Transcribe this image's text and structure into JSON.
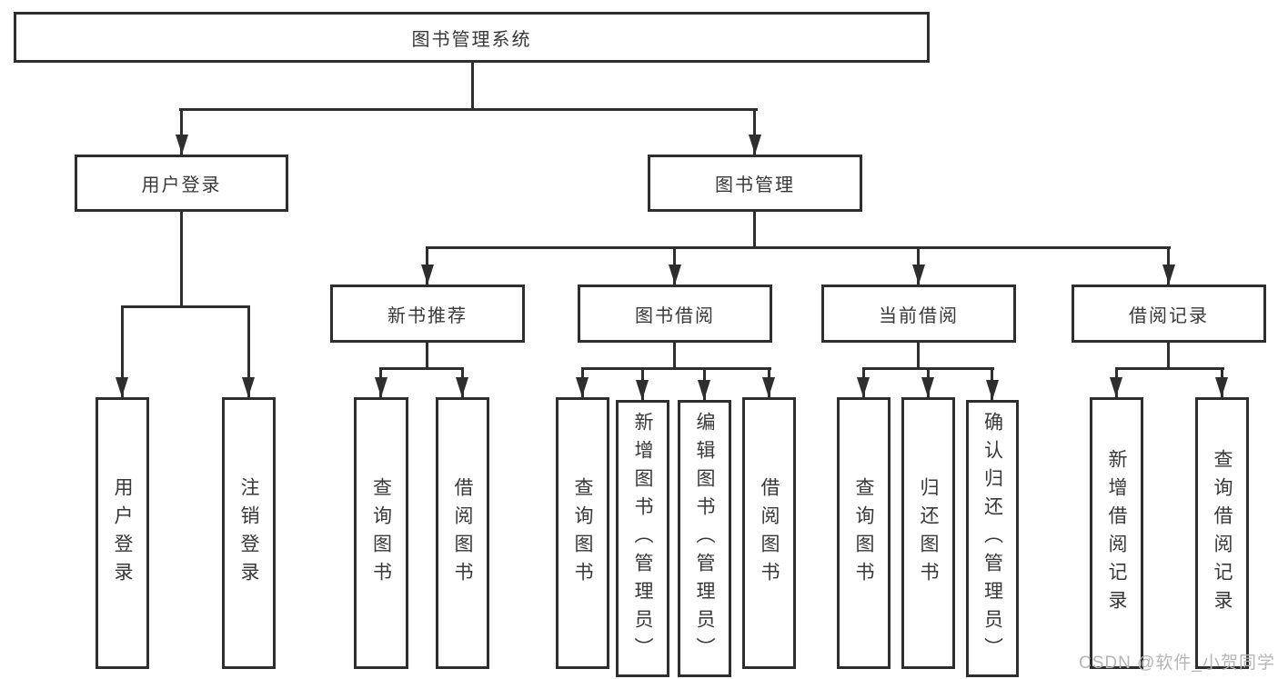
{
  "diagram": {
    "root": {
      "label": "图书管理系统",
      "children": [
        {
          "label": "用户登录",
          "children": [
            {
              "label": "用户登录"
            },
            {
              "label": "注销登录"
            }
          ]
        },
        {
          "label": "图书管理",
          "children": [
            {
              "label": "新书推荐",
              "children": [
                {
                  "label": "查询图书"
                },
                {
                  "label": "借阅图书"
                }
              ]
            },
            {
              "label": "图书借阅",
              "children": [
                {
                  "label": "查询图书"
                },
                {
                  "label": "新增图书（管理员）"
                },
                {
                  "label": "编辑图书（管理员）"
                },
                {
                  "label": "借阅图书"
                }
              ]
            },
            {
              "label": "当前借阅",
              "children": [
                {
                  "label": "查询图书"
                },
                {
                  "label": "归还图书"
                },
                {
                  "label": "确认归还（管理员）"
                }
              ]
            },
            {
              "label": "借阅记录",
              "children": [
                {
                  "label": "新增借阅记录"
                },
                {
                  "label": "查询借阅记录"
                }
              ]
            }
          ]
        }
      ]
    }
  },
  "watermark": {
    "text": "CSDN @软件_小贺同学"
  },
  "colors": {
    "line": "#2e2e2e",
    "text": "#383838",
    "watermark": "#b5b5b5",
    "bg": "#ffffff"
  }
}
